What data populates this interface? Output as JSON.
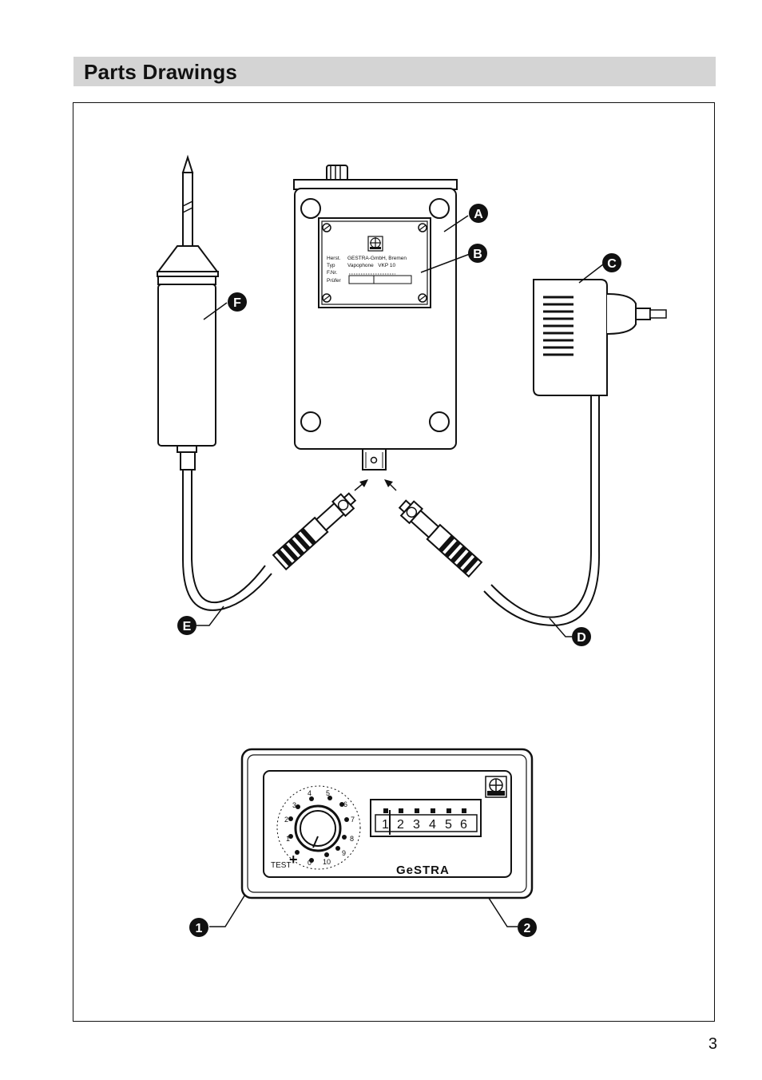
{
  "header": {
    "title": "Parts Drawings"
  },
  "callouts": {
    "a": "A",
    "b": "B",
    "c": "C",
    "d": "D",
    "e": "E",
    "f": "F",
    "one": "1",
    "two": "2"
  },
  "nameplate": {
    "rows": [
      {
        "label": "Herst.",
        "value": "GESTRA-GmbH, Bremen"
      },
      {
        "label": "Typ",
        "value": "Vapophone   VKP 10"
      },
      {
        "label": "F.Nr.",
        "value": ""
      },
      {
        "label": "Prüfer",
        "value": ""
      }
    ]
  },
  "control_panel": {
    "dial_numbers": [
      "0",
      "1",
      "2",
      "3",
      "4",
      "5",
      "6",
      "7",
      "8",
      "9",
      "10"
    ],
    "test_label": "TEST",
    "plus_symbol": "+",
    "display_digits": [
      "1",
      "2",
      "3",
      "4",
      "5",
      "6"
    ],
    "brand": "GeSTRA",
    "logo_text": "GESTRA"
  },
  "footer": {
    "page_number": "3"
  }
}
